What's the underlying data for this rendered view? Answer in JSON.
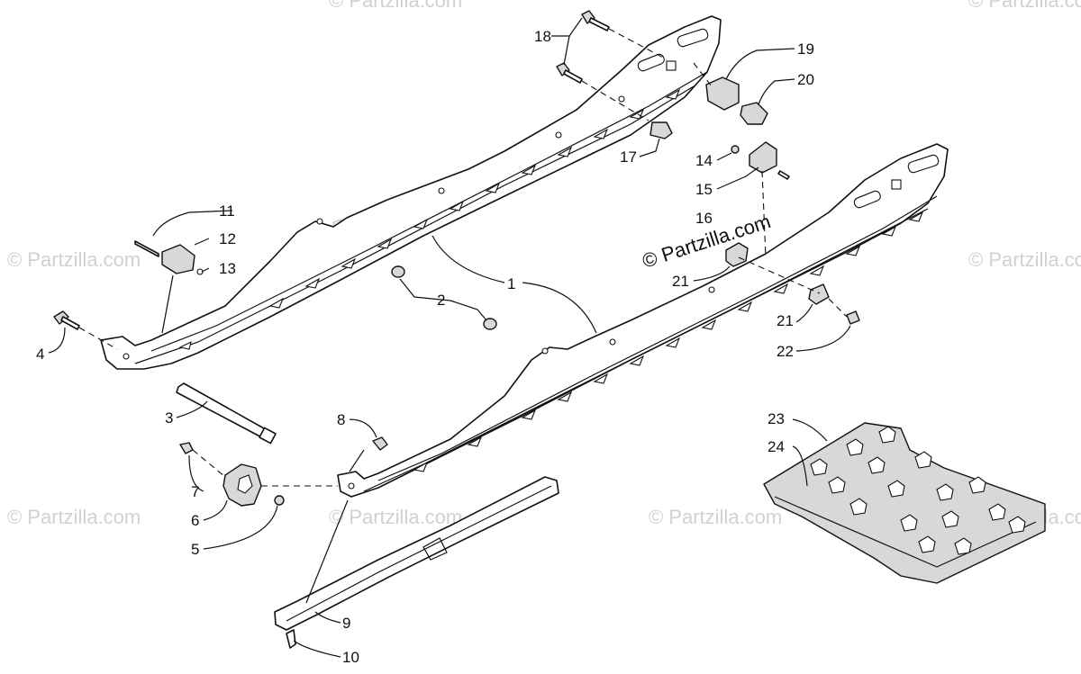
{
  "watermark": "© Partzilla.com",
  "copyright": "© Partzilla.com",
  "callouts": [
    "1",
    "2",
    "3",
    "4",
    "5",
    "6",
    "7",
    "8",
    "9",
    "10",
    "11",
    "12",
    "13",
    "14",
    "15",
    "16",
    "17",
    "18",
    "19",
    "20",
    "21",
    "21",
    "22",
    "23",
    "24"
  ],
  "parts": [
    "rail-left",
    "rail-right",
    "wear-strip",
    "rear-axle",
    "track-section"
  ]
}
